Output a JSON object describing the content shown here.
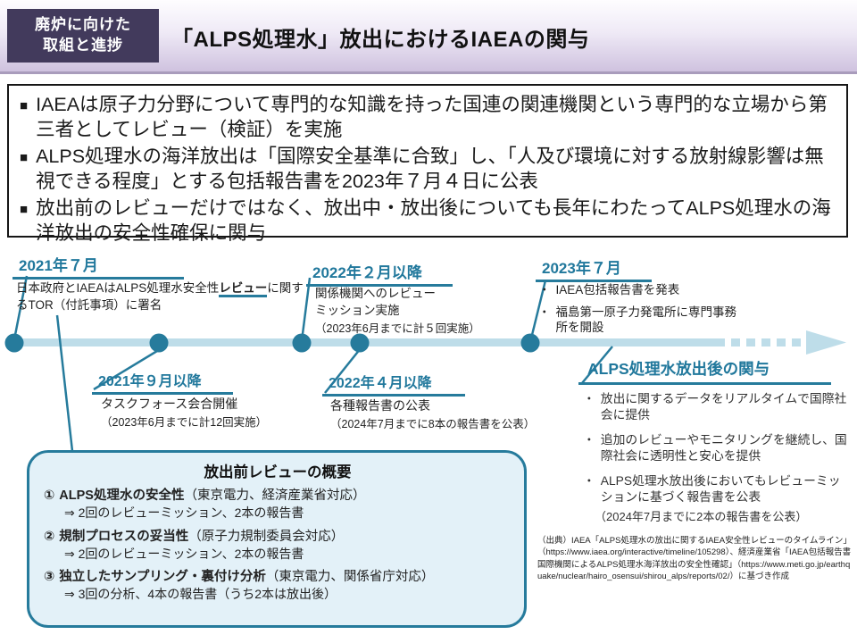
{
  "colors": {
    "accent_teal": "#267b9c",
    "timeline_bar": "#bedde9",
    "pre_box_fill": "#e3f1f8",
    "badge_purple": "#423a5c",
    "header_gradient_end": "#cfc2df"
  },
  "header": {
    "badge_line1": "廃炉に向けた",
    "badge_line2": "取組と進捗",
    "title": "「ALPS処理水」放出におけるIAEAの関与"
  },
  "summary": {
    "marker": "■",
    "bullets": [
      "IAEAは原子力分野について専門的な知識を持った国連の関連機関という専門的な立場から第三者としてレビュー（検証）を実施",
      "ALPS処理水の海洋放出は「国際安全基準に合致」し、「人及び環境に対する放射線影響は無視できる程度」とする包括報告書を2023年７月４日に公表",
      "放出前のレビューだけではなく、放出中・放出後についても長年にわたってALPS処理水の海洋放出の安全性確保に関与"
    ]
  },
  "bullet_char": "・",
  "timeline": {
    "milestones": [
      {
        "date": "2021年７月",
        "desc_before": "日本政府とIAEAはALPS処理水安全性",
        "desc_emphasis": "レビュー",
        "desc_after": "に関するTOR（付託事項）に署名"
      },
      {
        "date": "2022年２月以降",
        "line1": "関係機関へのレビュー",
        "line2": "ミッション実施",
        "note": "（2023年6月までに計５回実施）"
      },
      {
        "date": "2023年７月",
        "bullets": [
          "IAEA包括報告書を発表",
          "福島第一原子力発電所に専門事務所を開設"
        ]
      },
      {
        "date": "2021年９月以降",
        "line1": "タスクフォース会合開催",
        "note": "（2023年6月までに計12回実施）"
      },
      {
        "date": "2022年４月以降",
        "line1": "各種報告書の公表",
        "note": "（2024年7月までに8本の報告書を公表）"
      }
    ]
  },
  "post_release": {
    "title": "ALPS処理水放出後の関与",
    "bullets": [
      "放出に関するデータをリアルタイムで国際社会に提供",
      "追加のレビューやモニタリングを継続し、国際社会に透明性と安心を提供",
      "ALPS処理水放出後においてもレビューミッションに基づく報告書を公表"
    ],
    "bullet3_note": "（2024年7月までに2本の報告書を公表）"
  },
  "pre_release": {
    "title": "放出前レビューの概要",
    "items": [
      {
        "num": "①",
        "name": "ALPS処理水の安全性",
        "target": "（東京電力、経済産業省対応）",
        "result": "⇒ 2回のレビューミッション、2本の報告書"
      },
      {
        "num": "②",
        "name": "規制プロセスの妥当性",
        "target": "（原子力規制委員会対応）",
        "result": "⇒ 2回のレビューミッション、2本の報告書"
      },
      {
        "num": "③",
        "name": "独立したサンプリング・裏付け分析",
        "target": "（東京電力、関係省庁対応）",
        "result": "⇒ 3回の分析、4本の報告書（うち2本は放出後）"
      }
    ]
  },
  "source": {
    "text": "（出典）IAEA「ALPS処理水の放出に関するIAEA安全性レビューのタイムライン」（https://www.iaea.org/interactive/timeline/105298）、経済産業省「IAEA包括報告書　国際機関によるALPS処理水海洋放出の安全性確認」（https://www.meti.go.jp/earthquake/nuclear/hairo_osensui/shirou_alps/reports/02/）に基づき作成"
  }
}
